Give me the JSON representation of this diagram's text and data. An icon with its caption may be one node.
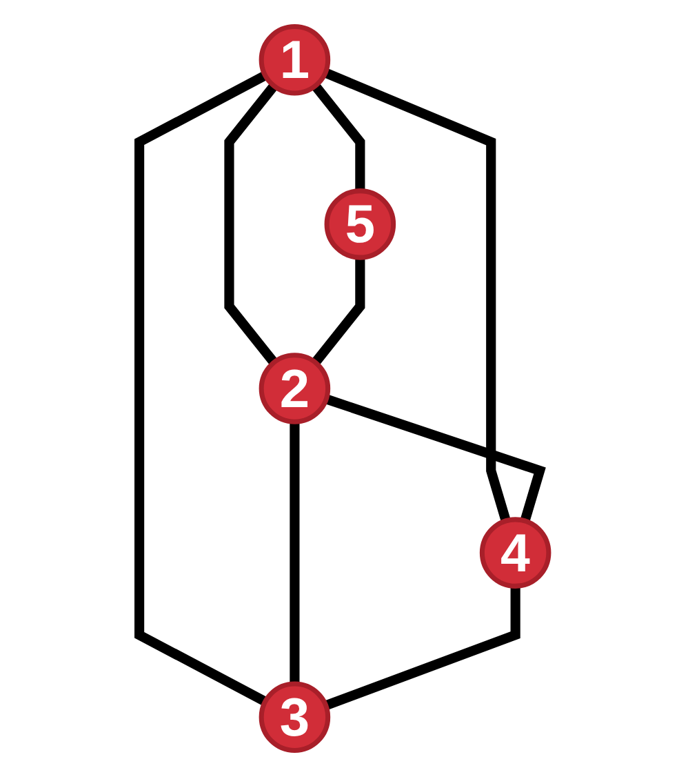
{
  "diagram": {
    "nodes": [
      {
        "text": [
          "1"
        ]
      },
      {
        "text": [
          "5"
        ]
      },
      {
        "text": [
          "2"
        ]
      },
      {
        "text": [
          "4"
        ]
      },
      {
        "text": [
          "3"
        ]
      }
    ],
    "edges": [
      {
        "from": 0,
        "to": 1,
        "arrow": "none"
      },
      {
        "from": 0,
        "to": 2,
        "arrow": "none"
      },
      {
        "from": 0,
        "to": 3,
        "arrow": "none"
      },
      {
        "from": 0,
        "to": 4,
        "arrow": "none"
      },
      {
        "from": 1,
        "to": 2,
        "arrow": "none"
      },
      {
        "from": 2,
        "to": 3,
        "arrow": "none"
      },
      {
        "from": 2,
        "to": 4,
        "arrow": "none"
      },
      {
        "from": 3,
        "to": 4,
        "arrow": "none"
      }
    ]
  }
}
